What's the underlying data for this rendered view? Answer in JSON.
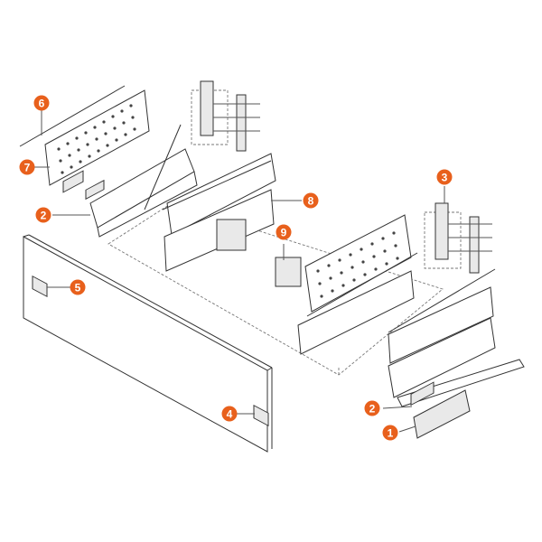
{
  "diagram": {
    "accent_color": "#e8601c",
    "callouts": [
      {
        "id": "c6",
        "label": "6"
      },
      {
        "id": "c7",
        "label": "7"
      },
      {
        "id": "c2a",
        "label": "2"
      },
      {
        "id": "c8",
        "label": "8"
      },
      {
        "id": "c9",
        "label": "9"
      },
      {
        "id": "c3",
        "label": "3"
      },
      {
        "id": "c5",
        "label": "5"
      },
      {
        "id": "c4",
        "label": "4"
      },
      {
        "id": "c2b",
        "label": "2"
      },
      {
        "id": "c1",
        "label": "1"
      }
    ]
  }
}
